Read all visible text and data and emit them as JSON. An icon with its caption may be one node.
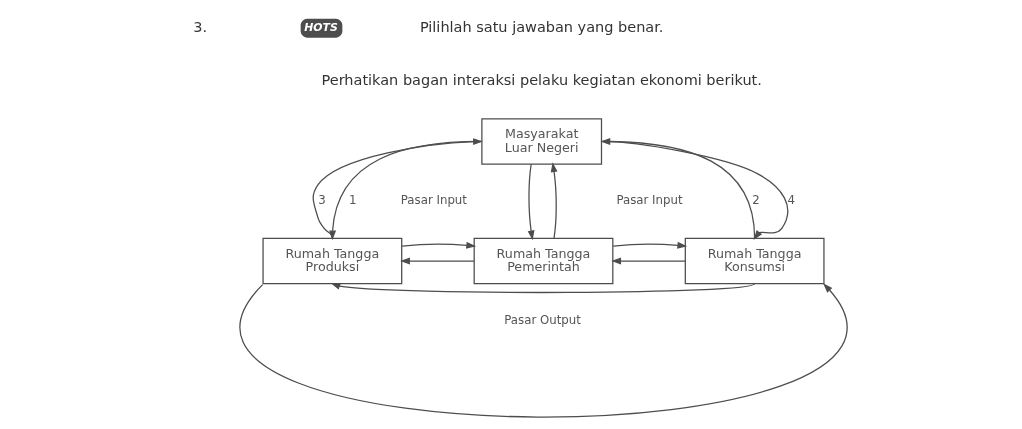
{
  "diagram": {
    "nodes": [
      {
        "text": [
          "Masyarakat Luar Negeri"
        ]
      },
      {
        "text": [
          "Rumah Tangga Produksi"
        ]
      },
      {
        "text": [
          "Rumah Tangga Pemerintah"
        ]
      },
      {
        "text": [
          "Rumah Tangga Konsumsi"
        ]
      }
    ],
    "edges": [
      {
        "from": 0,
        "to": 1,
        "arrow": "to",
        "label": "1"
      },
      {
        "from": 1,
        "to": 0,
        "arrow": "to",
        "label": "3"
      },
      {
        "from": 3,
        "to": 0,
        "arrow": "to",
        "label": "2"
      },
      {
        "from": 0,
        "to": 3,
        "arrow": "to",
        "label": "4"
      },
      {
        "from": 0,
        "to": 2,
        "arrow": "to"
      },
      {
        "from": 2,
        "to": 0,
        "arrow": "to"
      },
      {
        "from": 2,
        "to": 1,
        "arrow": "to"
      },
      {
        "from": 1,
        "to": 2,
        "arrow": "to"
      },
      {
        "from": 3,
        "to": 2,
        "arrow": "to"
      },
      {
        "from": 2,
        "to": 3,
        "arrow": "to"
      },
      {
        "from": 3,
        "to": 1,
        "arrow": "to"
      },
      {
        "from": 1,
        "to": 3,
        "arrow": "to"
      }
    ],
    "labels": [
      "3.",
      "HOTS",
      "Pilihlah satu jawaban yang benar.",
      "Perhatikan bagan interaksi pelaku kegiatan ekonomi berikut.",
      "Pasar Input",
      "Pasar Input",
      "Pasar Output"
    ]
  }
}
